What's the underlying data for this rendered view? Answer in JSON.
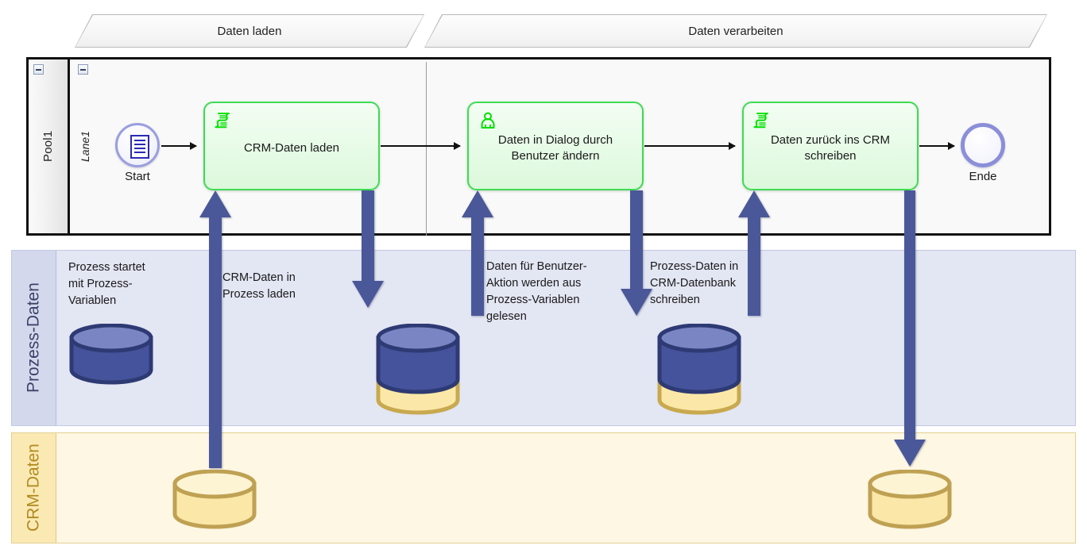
{
  "diagram": {
    "title_phases": [
      "Daten laden",
      "Daten verarbeiten"
    ],
    "colors": {
      "task_border": "#3ddc52",
      "task_fill": "#e6fbe6",
      "event_ring": "#8b8ed8",
      "arrow": "#4a5899",
      "process_band": "#e3e6f3",
      "crm_band": "#fdf7e3",
      "db_blue": "#45539c",
      "db_yellow": "#fbe8a8"
    }
  },
  "phases": [
    {
      "label": "Daten laden"
    },
    {
      "label": "Daten verarbeiten"
    }
  ],
  "pool": {
    "title": "Pool1",
    "collapse_icon": "minus-box-icon",
    "lane": {
      "title": "Lane1",
      "collapse_icon": "minus-box-icon"
    }
  },
  "events": {
    "start": {
      "label": "Start",
      "icon": "message-document-icon"
    },
    "end": {
      "label": "Ende",
      "icon": "end-event-icon"
    }
  },
  "tasks": [
    {
      "label": "CRM-Daten laden",
      "icon": "script-task-icon"
    },
    {
      "label": "Daten in Dialog durch\nBenutzer ändern",
      "icon": "user-task-icon"
    },
    {
      "label": "Daten zurück ins CRM\nschreiben",
      "icon": "script-task-icon"
    }
  ],
  "bands": [
    {
      "title": "Prozess-Daten"
    },
    {
      "title": "CRM-Daten"
    }
  ],
  "notes": [
    {
      "text": "Prozess startet\nmit Prozess-\nVariablen"
    },
    {
      "text": "CRM-Daten in\nProzess laden"
    },
    {
      "text": "Daten für Benutzer-\nAktion werden aus\nProzess-Variablen\ngelesen"
    },
    {
      "text": "Prozess-Daten in\nCRM-Datenbank\nschreiben"
    }
  ],
  "datastores": [
    {
      "name": "process-variables-empty",
      "fill": "blue"
    },
    {
      "name": "process-variables-loaded",
      "fill": "blue-over-yellow"
    },
    {
      "name": "process-variables-modified",
      "fill": "blue-over-yellow"
    },
    {
      "name": "crm-database-source",
      "fill": "yellow"
    },
    {
      "name": "crm-database-target",
      "fill": "yellow"
    }
  ],
  "data_flows": [
    {
      "name": "crm-to-process-load",
      "direction": "up"
    },
    {
      "name": "process-store-after-load",
      "direction": "down"
    },
    {
      "name": "process-read-for-user",
      "direction": "up"
    },
    {
      "name": "process-store-after-user",
      "direction": "down"
    },
    {
      "name": "process-read-for-write",
      "direction": "up"
    },
    {
      "name": "process-to-crm-write",
      "direction": "down"
    }
  ]
}
